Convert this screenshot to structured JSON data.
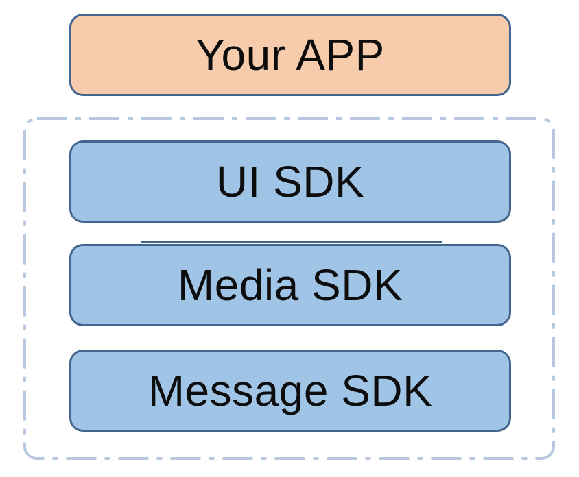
{
  "diagram": {
    "app_layer": {
      "label": "Your APP"
    },
    "sdk_group": {
      "layers": [
        {
          "label": "UI SDK"
        },
        {
          "label": "Media SDK"
        },
        {
          "label": "Message SDK"
        }
      ]
    }
  },
  "colors": {
    "app_fill": "#f7ccad",
    "sdk_fill": "#a0c4e5",
    "border": "#43668f",
    "group_border": "#b8c8de",
    "text": "#0d0d0d"
  }
}
